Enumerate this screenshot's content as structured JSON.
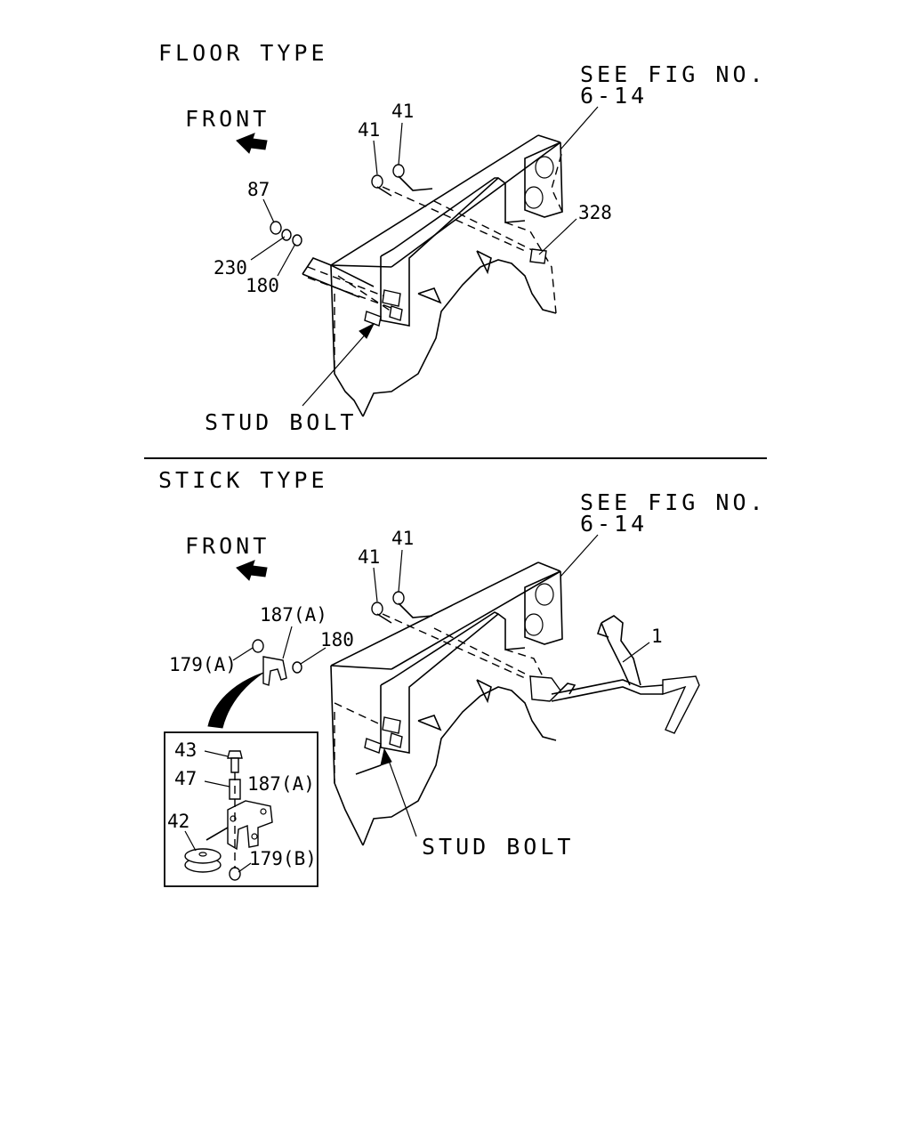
{
  "sections": {
    "floor": {
      "title": "FLOOR TYPE",
      "front_label": "FRONT",
      "see_fig_line1": "SEE FIG NO.",
      "see_fig_line2": "6-14",
      "callouts": {
        "c41a": "41",
        "c41b": "41",
        "c87": "87",
        "c230": "230",
        "c180": "180",
        "c328": "328"
      },
      "stud_bolt": "STUD BOLT"
    },
    "stick": {
      "title": "STICK TYPE",
      "front_label": "FRONT",
      "see_fig_line1": "SEE FIG NO.",
      "see_fig_line2": "6-14",
      "callouts": {
        "c41a": "41",
        "c41b": "41",
        "c187a": "187(A)",
        "c179a": "179(A)",
        "c180": "180",
        "c1": "1"
      },
      "detail": {
        "c43": "43",
        "c47": "47",
        "c187a": "187(A)",
        "c42": "42",
        "c179b": "179(B)"
      },
      "stud_bolt": "STUD BOLT"
    }
  },
  "icons": [
    "front-arrow-icon",
    "leader-arrow-icon"
  ]
}
